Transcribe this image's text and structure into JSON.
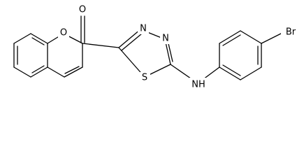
{
  "molecule": {
    "atoms": {
      "o_carbonyl": "O",
      "o_ring": "O",
      "n1": "N",
      "n2": "N",
      "s": "S",
      "nh": "NH",
      "br": "Br"
    },
    "colors": {
      "bond": "#000000",
      "label": "#000000",
      "background": "#ffffff"
    }
  }
}
